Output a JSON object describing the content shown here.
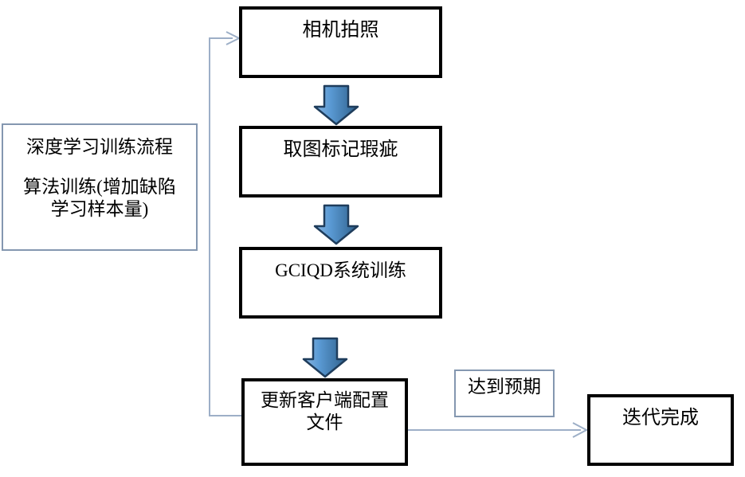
{
  "diagram": {
    "type": "flowchart",
    "title_panel": {
      "line1": "深度学习训练流程",
      "line2": "算法训练(增加缺陷\n学习样本量)"
    },
    "nodes": [
      {
        "id": "camera",
        "label": "相机拍照"
      },
      {
        "id": "mark",
        "label": "取图标记瑕疵"
      },
      {
        "id": "train",
        "label": "GCIQD系统训练"
      },
      {
        "id": "update",
        "label": "更新客户端配置\n文件"
      },
      {
        "id": "expected",
        "label": "达到预期"
      },
      {
        "id": "done",
        "label": "迭代完成"
      }
    ],
    "colors": {
      "box_border_thick": "#000000",
      "box_border_thin": "#8497b0",
      "connector_line": "#9dafc7",
      "arrow_fill_light": "#5b9bd5",
      "arrow_fill_dark": "#2e5f8a",
      "arrow_outline": "#1f3d5c",
      "background": "#ffffff",
      "text": "#000000"
    }
  }
}
